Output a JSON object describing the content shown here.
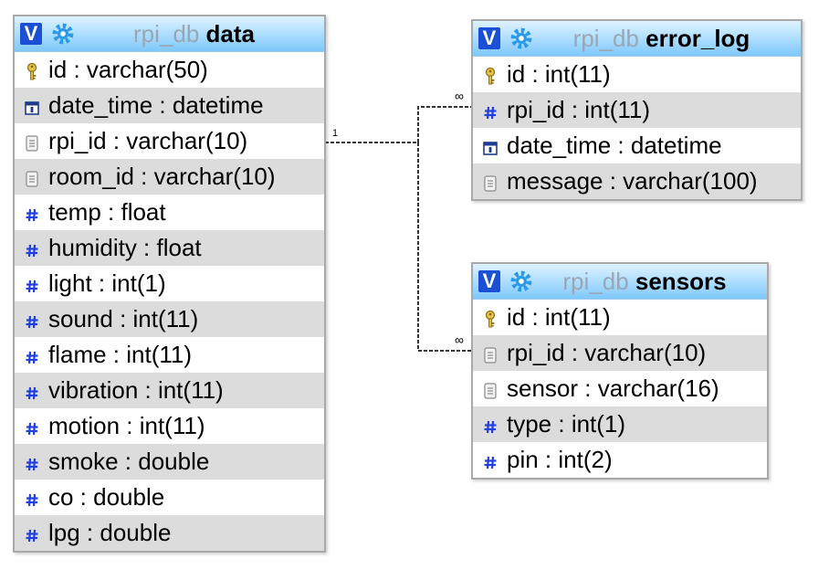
{
  "relation_labels": {
    "one": "1",
    "many": "∞"
  },
  "tables": {
    "data": {
      "db": "rpi_db",
      "name": "data",
      "columns": [
        {
          "text": "id : varchar(50)",
          "icon": "key-icon"
        },
        {
          "text": "date_time : datetime",
          "icon": "calendar-icon"
        },
        {
          "text": "rpi_id : varchar(10)",
          "icon": "text-field-icon"
        },
        {
          "text": "room_id : varchar(10)",
          "icon": "text-field-icon"
        },
        {
          "text": "temp : float",
          "icon": "number-icon"
        },
        {
          "text": "humidity : float",
          "icon": "number-icon"
        },
        {
          "text": "light : int(1)",
          "icon": "number-icon"
        },
        {
          "text": "sound : int(11)",
          "icon": "number-icon"
        },
        {
          "text": "flame : int(11)",
          "icon": "number-icon"
        },
        {
          "text": "vibration : int(11)",
          "icon": "number-icon"
        },
        {
          "text": "motion : int(11)",
          "icon": "number-icon"
        },
        {
          "text": "smoke : double",
          "icon": "number-icon"
        },
        {
          "text": "co : double",
          "icon": "number-icon"
        },
        {
          "text": "lpg : double",
          "icon": "number-icon"
        }
      ]
    },
    "error_log": {
      "db": "rpi_db",
      "name": "error_log",
      "columns": [
        {
          "text": "id : int(11)",
          "icon": "key-icon"
        },
        {
          "text": "rpi_id : int(11)",
          "icon": "number-icon"
        },
        {
          "text": "date_time : datetime",
          "icon": "calendar-icon"
        },
        {
          "text": "message : varchar(100)",
          "icon": "text-field-icon"
        }
      ]
    },
    "sensors": {
      "db": "rpi_db",
      "name": "sensors",
      "columns": [
        {
          "text": "id : int(11)",
          "icon": "key-icon"
        },
        {
          "text": "rpi_id : varchar(10)",
          "icon": "text-field-icon"
        },
        {
          "text": "sensor : varchar(16)",
          "icon": "text-field-icon"
        },
        {
          "text": "type : int(1)",
          "icon": "number-icon"
        },
        {
          "text": "pin : int(2)",
          "icon": "number-icon"
        }
      ]
    }
  },
  "toggle_label": "V",
  "colors": {
    "header_gradient_top": "#dff2ff",
    "header_gradient_bottom": "#7ec8fb",
    "toggle_bg": "#1a4fd6",
    "gear": "#2a9ae8",
    "number_icon": "#1f3fe0",
    "alt_row": "#dcdcdc",
    "border": "#a9a9a9"
  }
}
